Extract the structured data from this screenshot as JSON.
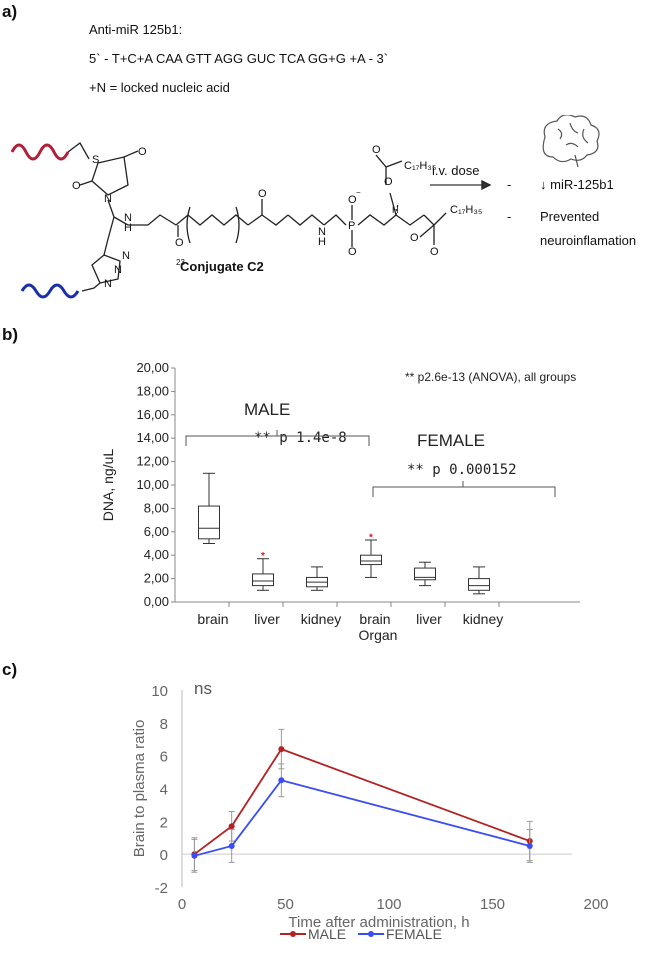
{
  "panel_a": {
    "label": "a)",
    "title": "Anti-miR 125b1:",
    "sequence": "5` - T+C+A CAA GTT AGG GUC TCA GG+G +A - 3`",
    "note": "+N = locked nucleic acid",
    "conjugate_label": "Conjugate C2",
    "arrow_label": "i.v. dose",
    "outcome_1": "↓ miR-125b1",
    "outcome_2_line1": "Prevented",
    "outcome_2_line2": "neuroinflamation",
    "bullet": "-",
    "chem": {
      "S": "S",
      "O": "O",
      "N": "N",
      "H": "H",
      "P": "P",
      "oxo": "O",
      "minus": "−",
      "n23": "23",
      "c17a": "C₁₇H₃₅",
      "c17b": "C₁₇H₃₅"
    },
    "colors": {
      "top_strand": "#b0203a",
      "bottom_strand": "#1a2fa8"
    }
  },
  "panel_b": {
    "label": "b)",
    "chart_data": {
      "type": "box",
      "ylabel": "DNA, ng/uL",
      "xlabel": "Organ",
      "ylim": [
        0,
        20
      ],
      "yticks": [
        "0,00",
        "2,00",
        "4,00",
        "6,00",
        "8,00",
        "10,00",
        "12,00",
        "14,00",
        "16,00",
        "18,00",
        "20,00"
      ],
      "categories": [
        "brain",
        "liver",
        "kidney",
        "brain",
        "liver",
        "kidney"
      ],
      "boxes": [
        {
          "group": "MALE",
          "organ": "brain",
          "min": 5.0,
          "q1": 5.4,
          "median": 6.3,
          "q3": 8.2,
          "max": 11.0,
          "outlier": null
        },
        {
          "group": "MALE",
          "organ": "liver",
          "min": 1.0,
          "q1": 1.4,
          "median": 1.8,
          "q3": 2.4,
          "max": 3.7,
          "outlier": 4.0
        },
        {
          "group": "MALE",
          "organ": "kidney",
          "min": 1.0,
          "q1": 1.3,
          "median": 1.7,
          "q3": 2.1,
          "max": 3.0,
          "outlier": null
        },
        {
          "group": "FEMALE",
          "organ": "brain",
          "min": 2.1,
          "q1": 3.2,
          "median": 3.5,
          "q3": 4.0,
          "max": 5.3,
          "outlier": 5.6
        },
        {
          "group": "FEMALE",
          "organ": "liver",
          "min": 1.4,
          "q1": 1.9,
          "median": 2.1,
          "q3": 2.9,
          "max": 3.4,
          "outlier": null
        },
        {
          "group": "FEMALE",
          "organ": "kidney",
          "min": 0.7,
          "q1": 1.0,
          "median": 1.4,
          "q3": 2.0,
          "max": 3.0,
          "outlier": null
        }
      ],
      "annotations": {
        "overall": "**  p2.6e-13  (ANOVA),  all groups",
        "male_title": "MALE",
        "male_p": "** p 1.4e-8",
        "female_title": "FEMALE",
        "female_p": "** p 0.000152"
      }
    }
  },
  "panel_c": {
    "label": "c)",
    "chart_data": {
      "type": "line",
      "ylabel": "Brain to plasma ratio",
      "xlabel": "Time after administration, h",
      "xlim": [
        0,
        200
      ],
      "ylim": [
        -2,
        10
      ],
      "xticks": [
        "0",
        "50",
        "100",
        "150",
        "200"
      ],
      "yticks": [
        "-2",
        "0",
        "2",
        "4",
        "6",
        "8",
        "10"
      ],
      "annotation": "ns",
      "series": [
        {
          "name": "MALE",
          "color": "#b22222",
          "x": [
            6,
            24,
            48,
            168
          ],
          "y": [
            0.0,
            1.7,
            6.4,
            0.8
          ],
          "err": [
            1.0,
            0.9,
            1.2,
            1.2
          ]
        },
        {
          "name": "FEMALE",
          "color": "#3a4df5",
          "x": [
            6,
            24,
            48,
            168
          ],
          "y": [
            -0.1,
            0.5,
            4.5,
            0.5
          ],
          "err": [
            1.0,
            1.0,
            1.0,
            1.0
          ]
        }
      ]
    }
  }
}
